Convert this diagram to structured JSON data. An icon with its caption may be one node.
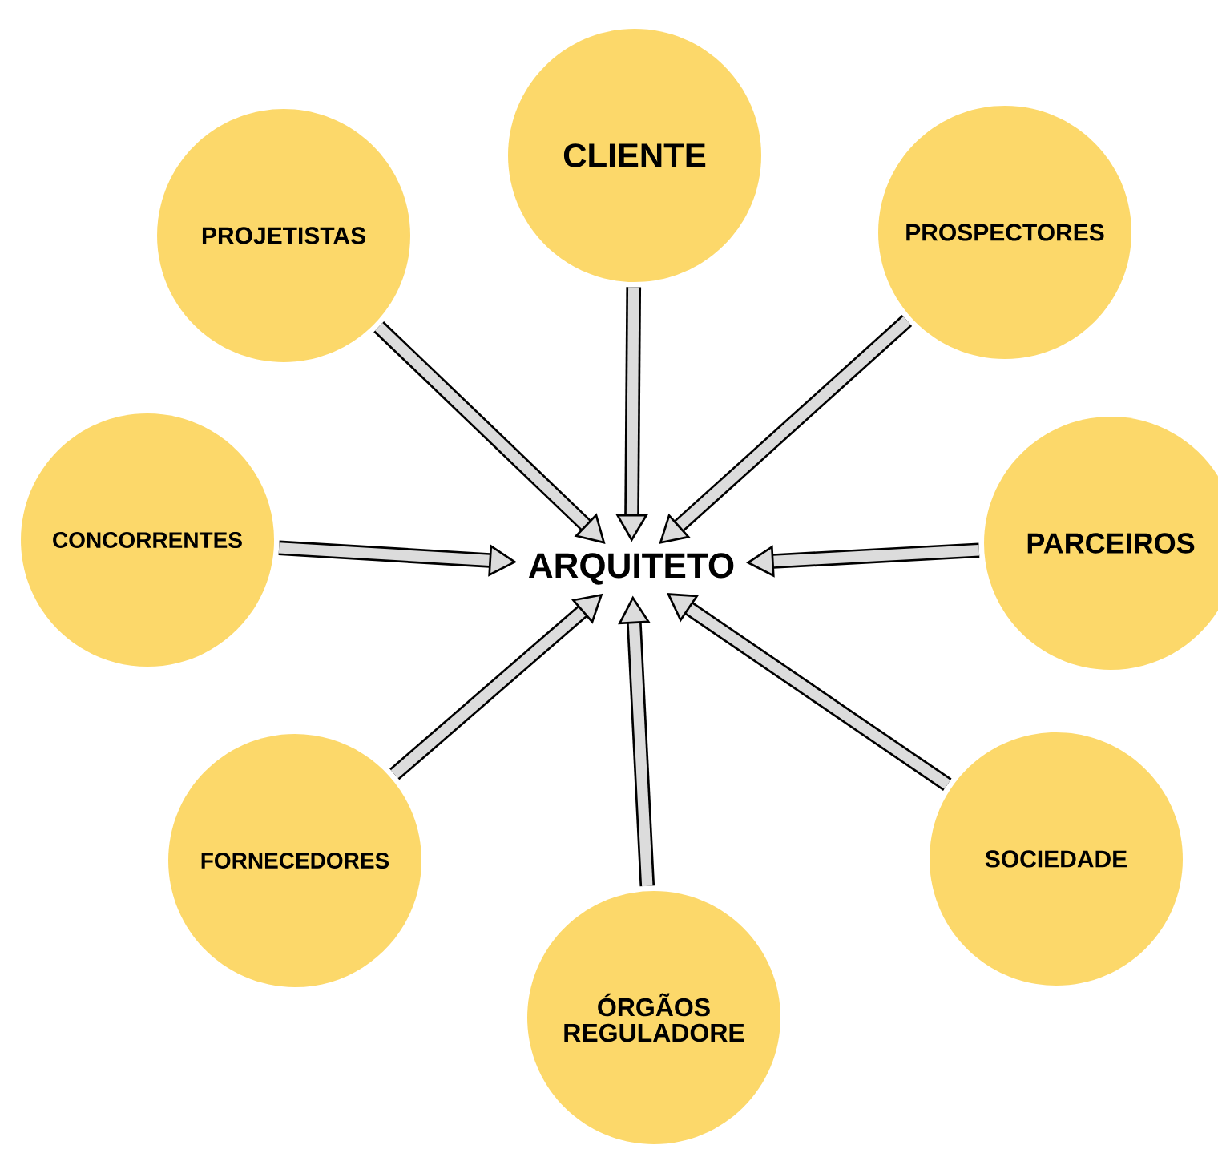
{
  "diagram": {
    "nodes": [
      {
        "text": [
          "CLIENTE"
        ]
      },
      {
        "text": [
          "PROJETISTAS"
        ]
      },
      {
        "text": [
          "PROSPECTORES"
        ]
      },
      {
        "text": [
          "CONCORRENTES"
        ]
      },
      {
        "text": [
          "ARQUITETO"
        ]
      },
      {
        "text": [
          "PARCEIROS"
        ]
      },
      {
        "text": [
          "FORNECEDORES"
        ]
      },
      {
        "text": [
          "SOCIEDADE"
        ]
      },
      {
        "text": [
          "ÓRGÃOS REGULADORE"
        ]
      }
    ],
    "edges": [
      {
        "from": 0,
        "to": 4,
        "arrow": "to"
      },
      {
        "from": 1,
        "to": 4,
        "arrow": "to"
      },
      {
        "from": 2,
        "to": 4,
        "arrow": "to"
      },
      {
        "from": 3,
        "to": 4,
        "arrow": "to"
      },
      {
        "from": 5,
        "to": 4,
        "arrow": "to"
      },
      {
        "from": 6,
        "to": 4,
        "arrow": "to"
      },
      {
        "from": 7,
        "to": 4,
        "arrow": "to"
      },
      {
        "from": 8,
        "to": 4,
        "arrow": "to"
      }
    ]
  }
}
